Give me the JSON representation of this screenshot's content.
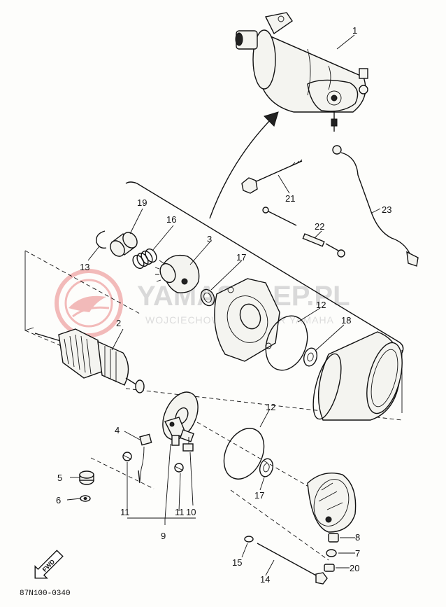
{
  "watermark": {
    "title": "YAMASKLEP.PL",
    "subtitle": "WOJCIECHOWSKI DEALER YAMAHA",
    "logo_color": "#e04040"
  },
  "callouts": [
    {
      "id": "c1",
      "text": "1"
    },
    {
      "id": "c2",
      "text": "2"
    },
    {
      "id": "c3",
      "text": "3"
    },
    {
      "id": "c4",
      "text": "4"
    },
    {
      "id": "c5",
      "text": "5"
    },
    {
      "id": "c6",
      "text": "6"
    },
    {
      "id": "c7",
      "text": "7"
    },
    {
      "id": "c8",
      "text": "8"
    },
    {
      "id": "c9",
      "text": "9"
    },
    {
      "id": "c10",
      "text": "10"
    },
    {
      "id": "c11a",
      "text": "11"
    },
    {
      "id": "c11b",
      "text": "11"
    },
    {
      "id": "c12a",
      "text": "12"
    },
    {
      "id": "c12b",
      "text": "12"
    },
    {
      "id": "c13",
      "text": "13"
    },
    {
      "id": "c14",
      "text": "14"
    },
    {
      "id": "c15",
      "text": "15"
    },
    {
      "id": "c16",
      "text": "16"
    },
    {
      "id": "c17a",
      "text": "17"
    },
    {
      "id": "c17b",
      "text": "17"
    },
    {
      "id": "c18",
      "text": "18"
    },
    {
      "id": "c19",
      "text": "19"
    },
    {
      "id": "c20",
      "text": "20"
    },
    {
      "id": "c21",
      "text": "21"
    },
    {
      "id": "c22",
      "text": "22"
    },
    {
      "id": "c23",
      "text": "23"
    }
  ],
  "fwd_label": "FWD",
  "drawing_code": "87N100-0340"
}
